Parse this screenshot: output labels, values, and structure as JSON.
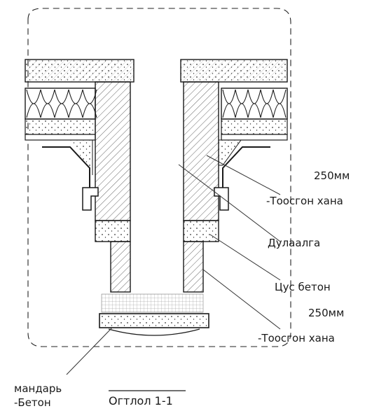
{
  "labels": {
    "left_label_line1": "-Бетон",
    "left_label_line2": "мандарь",
    "section_title": "Огтлол 1-1",
    "right_label_1_line1": "-Тоосгон ханa",
    "right_label_1_line2": "250мм",
    "right_label_2": "Цус бетон",
    "right_label_3": "Дулаалга",
    "right_label_4_line1": "-Тоосгон ханa",
    "right_label_4_line2": "250мм"
  },
  "colors": {
    "line": "#1a1a1a",
    "hatch": "#555555",
    "background": "#ffffff"
  }
}
